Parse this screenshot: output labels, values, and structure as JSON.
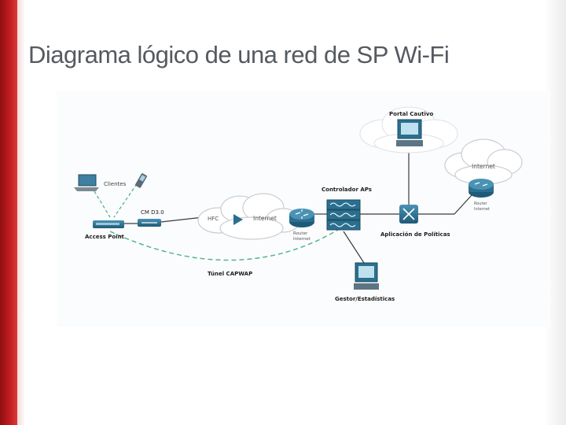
{
  "slide": {
    "title": "Diagrama lógico de una red de SP Wi-Fi"
  },
  "diagram": {
    "labels": {
      "clientes": "Clientes",
      "access_point": "Access Point",
      "cm": "CM D3.0",
      "hfc": "HFC",
      "internet_left": "Internet",
      "router_left": "Router\nInternet",
      "controlador": "Controlador APs",
      "portal": "Portal Cautivo",
      "internet_right": "Internet",
      "router_right": "Router\nInternet",
      "aplicacion": "Aplicación de Políticas",
      "gestor": "Gestor/Estadísticas",
      "tunel": "Túnel CAPWAP"
    },
    "colors": {
      "device_blue": "#2a6f8f",
      "tunnel_green": "#55b58a",
      "cloud_fill": "#ffffff",
      "cloud_stroke": "#c9ced3",
      "line": "#3b3b3b"
    }
  }
}
